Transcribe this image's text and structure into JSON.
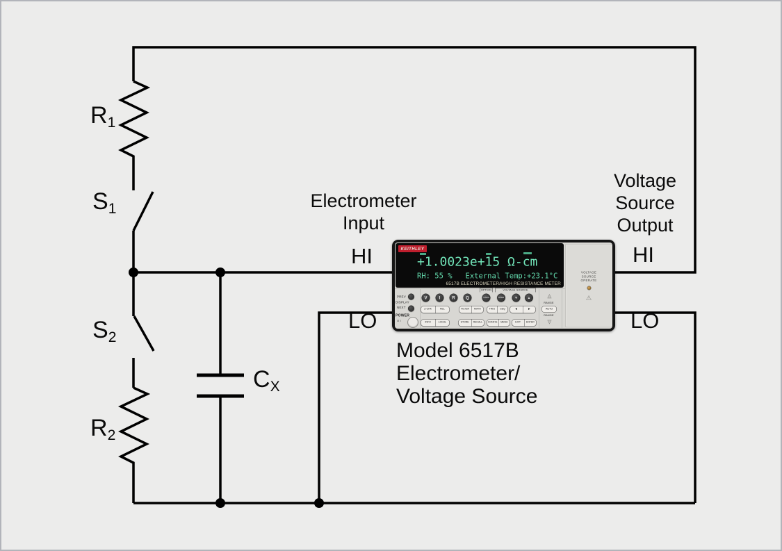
{
  "diagram": {
    "components": {
      "r1": {
        "main": "R",
        "sub": "1"
      },
      "s1": {
        "main": "S",
        "sub": "1"
      },
      "s2": {
        "main": "S",
        "sub": "2"
      },
      "r2": {
        "main": "R",
        "sub": "2"
      },
      "cx": {
        "main": "C",
        "sub": "X"
      }
    },
    "labels": {
      "electrometer_input": "Electrometer\nInput",
      "voltage_source_output": "Voltage\nSource\nOutput",
      "input_hi": "HI",
      "input_lo": "LO",
      "output_hi": "HI",
      "output_lo": "LO"
    },
    "caption": {
      "line1": "Model 6517B",
      "line2": "Electrometer/",
      "line3": "Voltage Source"
    }
  },
  "instrument": {
    "brand": "KEITHLEY",
    "display": {
      "reading": "+1.0023e+15 Ω-cm",
      "status": "RH: 55 %   External Temp:+23.1°C",
      "model_line": "6517B   ELECTROMETER/HIGH RESISTANCE METER"
    },
    "left_panel": {
      "prev": "PREV",
      "display": "DISPLAY",
      "next": "NEXT",
      "power": "POWER",
      "power_marks": "O I"
    },
    "keypad": {
      "function_buttons": [
        "V",
        "I",
        "R",
        "Q"
      ],
      "option_label": "OPTION",
      "card": "CARD",
      "voltage_source_label": "VOLTAGE SOURCE",
      "oper": "OPER",
      "vs_down": "▼",
      "vs_up": "▲",
      "row2": [
        [
          "Z-CHK",
          "REL"
        ],
        [
          "FILTER",
          "MATH"
        ],
        [
          "TRIG",
          "SEQ"
        ],
        [
          "◀",
          "▶"
        ]
      ],
      "row3": [
        [
          "INFO",
          "LOCAL"
        ],
        [
          "STORE",
          "RECALL"
        ],
        [
          "CONFIG",
          "MENU"
        ],
        [
          "EXIT",
          "ENTER"
        ]
      ]
    },
    "range_panel": {
      "up": "▲",
      "range_top": "RANGE",
      "auto": "AUTO",
      "range_bottom": "RANGE",
      "down": "▼"
    },
    "side_panel": {
      "operate_text": "VOLTAGE\nSOURCE\nOPERATE",
      "warning": "⚠"
    }
  },
  "colors": {
    "background": "#ececeb",
    "page_border": "#b2b4ba",
    "wire": "#000000",
    "display_green": "#72e6ba",
    "brand_red": "#bf1e2d",
    "led_amber": "#c08a42"
  }
}
